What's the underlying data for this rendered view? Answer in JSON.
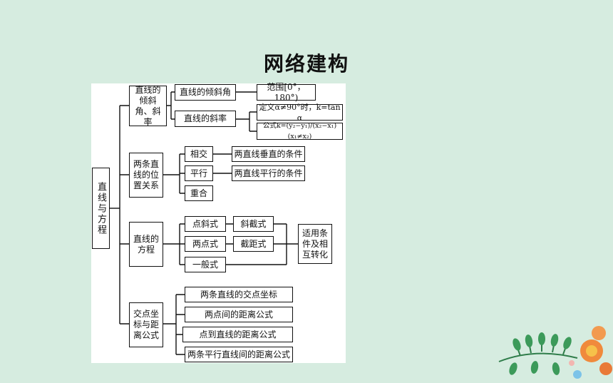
{
  "title": "网络建构",
  "diagram": {
    "root": "直线与方程",
    "sections": {
      "angle_slope": {
        "label": "直线的倾斜角、斜率",
        "incline_angle": "直线的倾斜角",
        "range": "范围[0°，180°)",
        "slope": "直线的斜率",
        "definition": "定义α≠90°时，k=tan α",
        "formula": "公式k=(y₂−y₁)/(x₂−x₁) (x₁≠x₂)"
      },
      "position": {
        "label": "两条直线的位置关系",
        "intersect": "相交",
        "perpendicular_condition": "两直线垂直的条件",
        "parallel": "平行",
        "parallel_condition": "两直线平行的条件",
        "coincide": "重合"
      },
      "equation": {
        "label": "直线的方程",
        "point_slope": "点斜式",
        "slope_intercept": "斜截式",
        "two_point": "两点式",
        "intercept": "截距式",
        "general": "一般式",
        "conversion": "适用条件及相互转化"
      },
      "distance": {
        "label": "交点坐标与距离公式",
        "intersection": "两条直线的交点坐标",
        "point_point": "两点间的距离公式",
        "point_line": "点到直线的距离公式",
        "parallel_lines": "两条平行直线间的距离公式"
      }
    }
  }
}
